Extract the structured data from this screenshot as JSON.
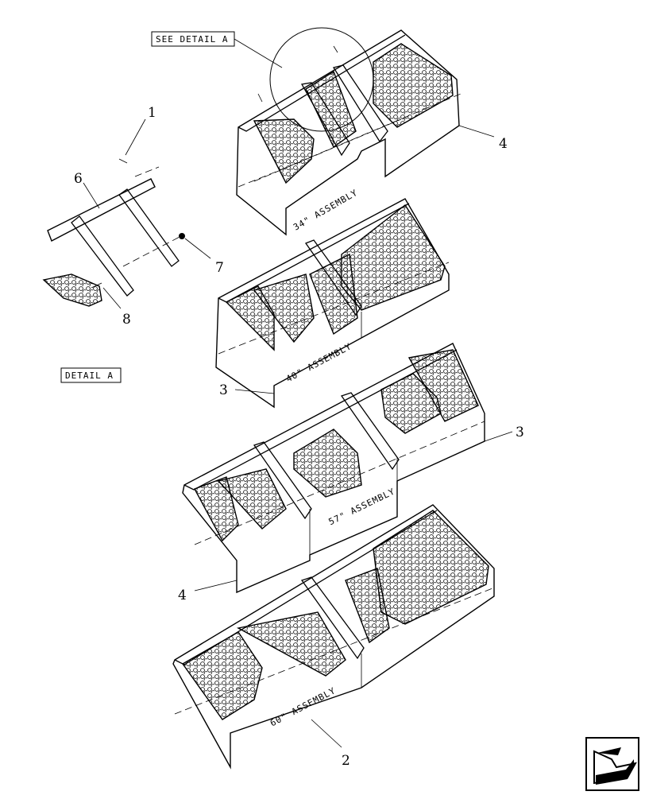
{
  "labels": {
    "see_detail": "SEE DETAIL A",
    "detail": "DETAIL A",
    "asm34": "34\" ASSEMBLY",
    "asm40": "40\" ASSEMBLY",
    "asm57": "57\" ASSEMBLY",
    "asm60": "60\" ASSEMBLY"
  },
  "callouts": {
    "c1": "1",
    "c6": "6",
    "c7": "7",
    "c8": "8",
    "c4a": "4",
    "c3a": "3",
    "c3b": "3",
    "c4b": "4",
    "c2": "2"
  },
  "nav_icon": "next-page-arrow-icon"
}
